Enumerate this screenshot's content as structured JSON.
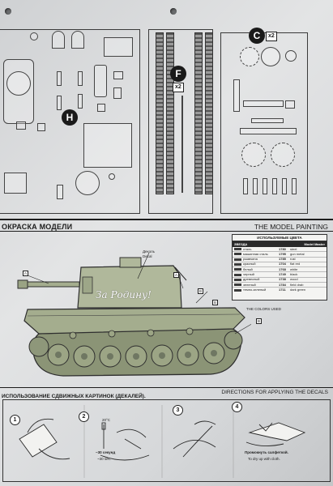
{
  "sprues": {
    "badge_h": "H",
    "badge_f": "F",
    "badge_c": "C",
    "mult_f": "x2",
    "mult_c": "x2"
  },
  "painting": {
    "title_ru": "ОКРАСКА МОДЕЛИ",
    "title_en": "THE MODEL PAINTING",
    "decal_label_ru": "Деколь",
    "decal_label_en": "Decal",
    "turret_slogan": "За Родину!",
    "callouts": [
      "A",
      "A",
      "B",
      "B",
      "B"
    ]
  },
  "colors_table": {
    "caption": "ИСПОЛЬЗУЕМЫЕ ЦВЕТА",
    "header_left": "ЗВЕЗДА",
    "header_right": "Model Master",
    "rows": [
      {
        "name": "сталь",
        "code": "1780",
        "en": "steel"
      },
      {
        "name": "машинная сталь",
        "code": "1795",
        "en": "gun metal"
      },
      {
        "name": "ржавчина",
        "code": "1785",
        "en": "rust"
      },
      {
        "name": "красный",
        "code": "1704",
        "en": "flat red"
      },
      {
        "name": "белый",
        "code": "1768",
        "en": "white"
      },
      {
        "name": "черный",
        "code": "1749",
        "en": "black"
      },
      {
        "name": "древесный",
        "code": "1738",
        "en": "wood"
      },
      {
        "name": "зеленый",
        "code": "1784",
        "en": "field drab"
      },
      {
        "name": "темно-зеленый",
        "code": "1711",
        "en": "dark green"
      }
    ],
    "colors_used": "THE COLORS USED"
  },
  "decals": {
    "title_ru": "ИСПОЛЬЗОВАНИЕ СДВИЖНЫХ КАРТИНОК (ДЕКАЛЕЙ).",
    "title_en": "DIRECTIONS FOR APPLYING THE DECALS",
    "steps": [
      {
        "num": "1"
      },
      {
        "num": "2",
        "temp": "20°C",
        "time_ru": "~30 секунд",
        "time_en": "~30 sec."
      },
      {
        "num": "3"
      },
      {
        "num": "4",
        "text_ru": "Промокнуть салфеткой.",
        "text_en": "To dry up with cloth."
      }
    ]
  },
  "colors": {
    "ink": "#1c1c1c",
    "paper": "#dfe0e1"
  }
}
